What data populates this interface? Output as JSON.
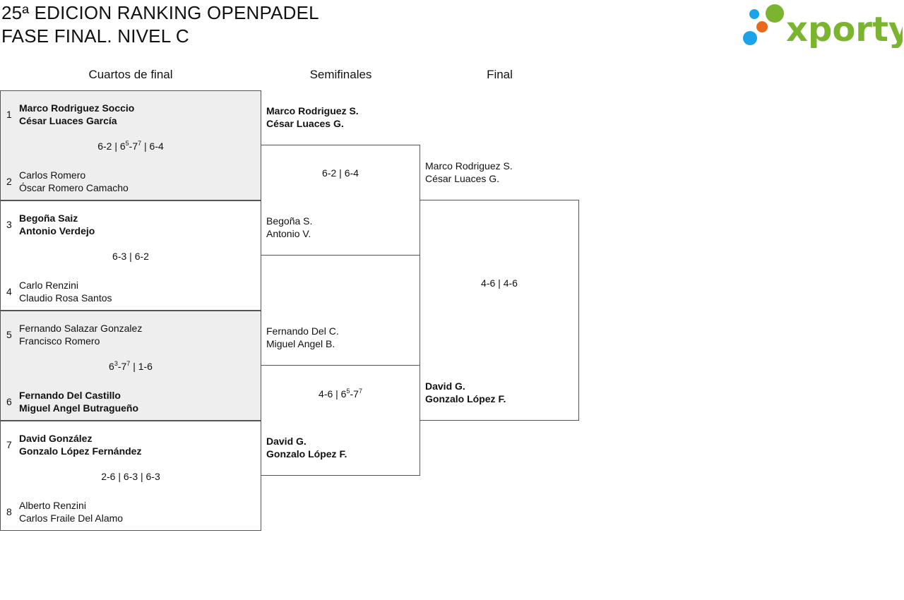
{
  "header": {
    "title_line1": "25ª EDICION RANKING OPENPADEL",
    "title_line2": "FASE FINAL. NIVEL C",
    "logo_text": "xporty",
    "logo_colors": {
      "text": "#7bb52f",
      "dot_blue": "#1aa3e8",
      "dot_orange": "#ea6a1c",
      "dot_green": "#7bb52f"
    }
  },
  "rounds": {
    "quarterfinals": "Cuartos de final",
    "semifinals": "Semifinales",
    "final": "Final"
  },
  "quarterfinals": [
    {
      "shaded": true,
      "team_a": {
        "seed": "1",
        "player1": "Marco Rodriguez Soccio",
        "player2": "César Luaces García",
        "winner": true
      },
      "score": {
        "pre": "6-2 | 6",
        "sup1": "5",
        "mid": "-7",
        "sup2": "7",
        "post": " | 6-4"
      },
      "team_b": {
        "seed": "2",
        "player1": "Carlos Romero",
        "player2": "Óscar Romero Camacho",
        "winner": false
      }
    },
    {
      "shaded": false,
      "team_a": {
        "seed": "3",
        "player1": "Begoña Saiz",
        "player2": "Antonio Verdejo",
        "winner": true
      },
      "score": {
        "pre": "6-3 | 6-2",
        "sup1": "",
        "mid": "",
        "sup2": "",
        "post": ""
      },
      "team_b": {
        "seed": "4",
        "player1": "Carlo Renzini",
        "player2": "Claudio Rosa Santos",
        "winner": false
      }
    },
    {
      "shaded": true,
      "team_a": {
        "seed": "5",
        "player1": "Fernando Salazar Gonzalez",
        "player2": "Francisco Romero",
        "winner": false
      },
      "score": {
        "pre": "6",
        "sup1": "3",
        "mid": "-7",
        "sup2": "7",
        "post": " | 1-6"
      },
      "team_b": {
        "seed": "6",
        "player1": "Fernando Del Castillo",
        "player2": "Miguel Angel Butragueño",
        "winner": true
      }
    },
    {
      "shaded": false,
      "team_a": {
        "seed": "7",
        "player1": "David González",
        "player2": "Gonzalo López Fernández",
        "winner": true
      },
      "score": {
        "pre": "2-6 | 6-3 | 6-3",
        "sup1": "",
        "mid": "",
        "sup2": "",
        "post": ""
      },
      "team_b": {
        "seed": "8",
        "player1": "Alberto Renzini",
        "player2": "Carlos Fraile Del Alamo",
        "winner": false
      }
    }
  ],
  "semifinals": [
    {
      "team_a": {
        "player1": "Marco Rodriguez S.",
        "player2": "César Luaces G.",
        "winner": true
      },
      "score": {
        "pre": "6-2 | 6-4",
        "sup1": "",
        "mid": "",
        "sup2": "",
        "post": ""
      },
      "team_b": {
        "player1": "Begoña S.",
        "player2": "Antonio V.",
        "winner": false
      }
    },
    {
      "team_a": {
        "player1": "Fernando Del C.",
        "player2": "Miguel Angel B.",
        "winner": false
      },
      "score": {
        "pre": "4-6 | 6",
        "sup1": "5",
        "mid": "-7",
        "sup2": "7",
        "post": ""
      },
      "team_b": {
        "player1": "David G.",
        "player2": "Gonzalo López F.",
        "winner": true
      }
    }
  ],
  "final": {
    "team_a": {
      "player1": "Marco Rodriguez S.",
      "player2": "César Luaces G.",
      "winner": false
    },
    "score": {
      "pre": "4-6 | 4-6",
      "sup1": "",
      "mid": "",
      "sup2": "",
      "post": ""
    },
    "team_b": {
      "player1": "David G.",
      "player2": "Gonzalo López F.",
      "winner": true
    }
  }
}
